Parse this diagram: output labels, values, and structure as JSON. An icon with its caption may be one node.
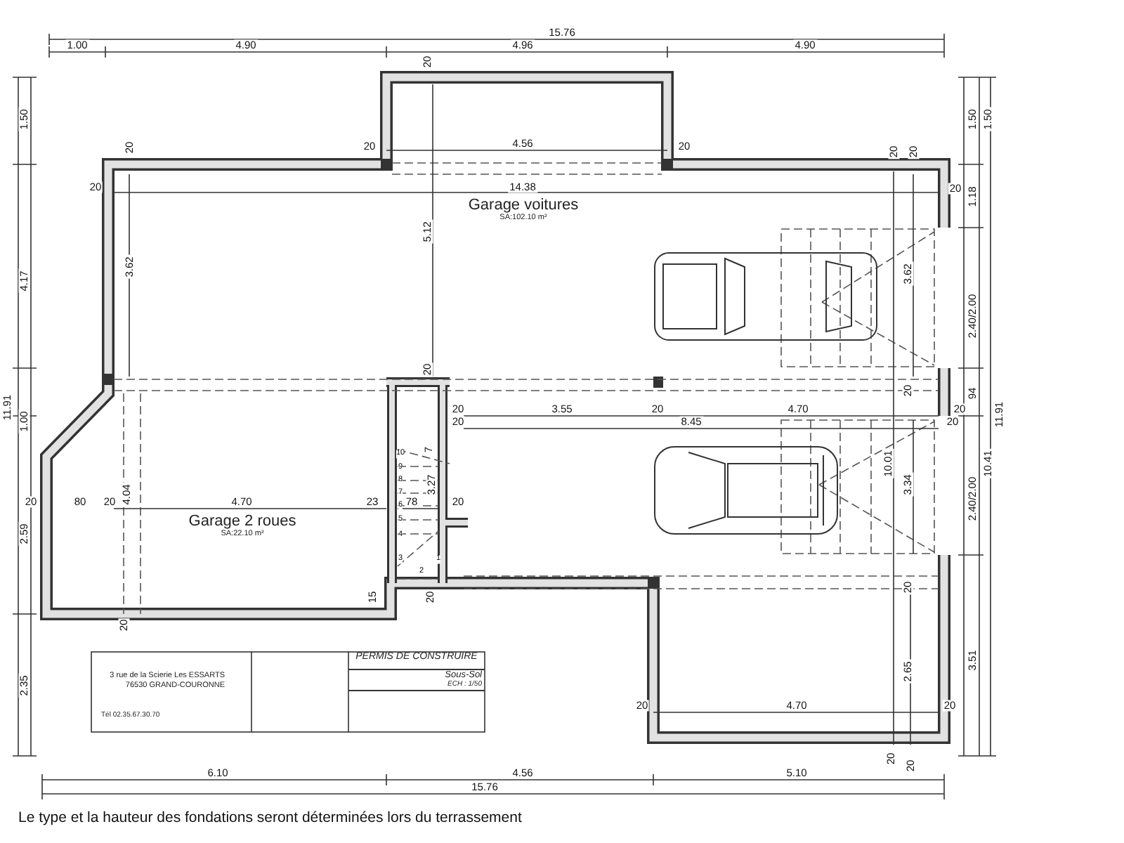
{
  "diagram": {
    "nodes": [
      {
        "text": [
          "Garage voitures",
          "SA:102.10 m²"
        ]
      },
      {
        "text": [
          "Garage 2 roues",
          "SA:22.10 m²"
        ]
      },
      {
        "text": [
          "3 rue de la Scierie Les ESSARTS 76530 GRAND-COURONNE",
          "Tél 02.35.67.30.70"
        ]
      },
      {
        "text": [
          "PERMIS DE CONSTRUIRE"
        ]
      },
      {
        "text": [
          "Sous-Sol",
          "ECH : 1/50"
        ]
      }
    ],
    "labels": [
      "15.76",
      "1.00",
      "4.90",
      "4.96",
      "4.90",
      "1.50",
      "1.50",
      "1.50",
      "20",
      "20",
      "4.56",
      "20",
      "20",
      "20",
      "20",
      "20",
      "14.38",
      "20",
      "1.18",
      "4.17",
      "3.62",
      "5.12",
      "3.62",
      "2.40/2.00",
      "20",
      "20",
      "94",
      "11.91",
      "1.00",
      "11.91",
      "20",
      "3.55",
      "20",
      "4.70",
      "20",
      "20",
      "8.45",
      "20",
      "7",
      "10.01",
      "10.41",
      "3.27",
      "3.34",
      "4.04",
      "2.40/2.00",
      "20",
      "80",
      "20",
      "4.70",
      "23",
      "78",
      "20",
      "10",
      "9",
      "8",
      "7",
      "6",
      "5",
      "4",
      "3",
      "2",
      "1",
      "2.59",
      "15",
      "20",
      "20",
      "20",
      "3.51",
      "2.65",
      "20",
      "4.70",
      "20",
      "2.35",
      "20",
      "20",
      "6.10",
      "4.56",
      "5.10",
      "15.76",
      "Le type et la hauteur des fondations seront déterminées lors du terrassement"
    ]
  }
}
